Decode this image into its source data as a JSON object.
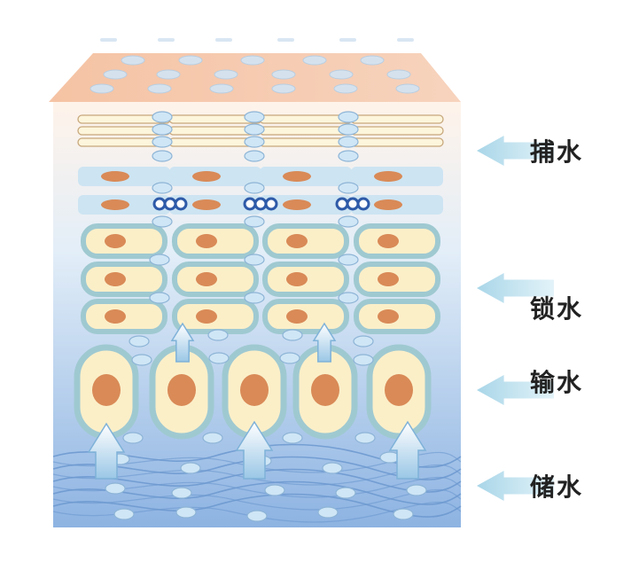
{
  "labels": {
    "capture": "捕水",
    "lock": "锁水",
    "transport": "输水",
    "store": "储水"
  },
  "colors": {
    "top_band": "#f3c9ae",
    "block_top": "#fde9dc",
    "block_bottom": "#8fb6e4",
    "nucleus": "#d98a57",
    "cell_fill": "#fbefc8",
    "cell_border": "#9fc9d1",
    "droplet": "#cfe6f6",
    "droplet_stroke": "#8db4d6",
    "chain": "#2e5aa8",
    "arrow": "#bfe3ee",
    "fiber": "#6b98cf"
  },
  "icons": {
    "side_arrow": "arrow-left-icon",
    "up_arrow": "arrow-up-icon"
  }
}
